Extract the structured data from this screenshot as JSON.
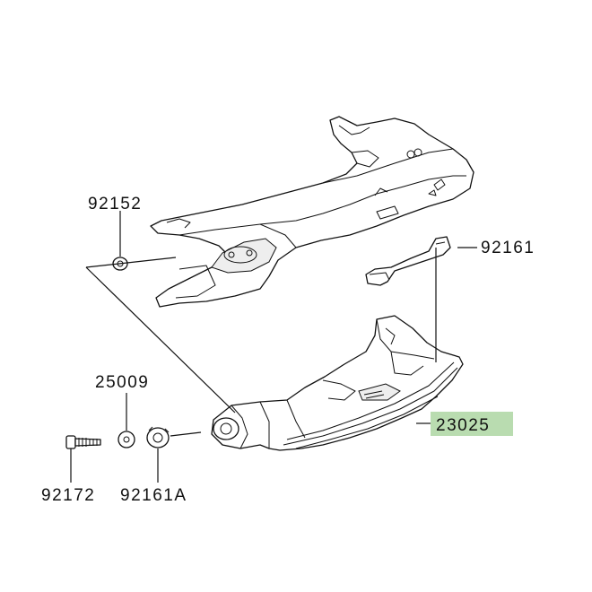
{
  "parts": [
    {
      "number": "92152"
    },
    {
      "number": "92161"
    },
    {
      "number": "25009"
    },
    {
      "number": "23025",
      "highlight": "#b9dcb0"
    },
    {
      "number": "92172"
    },
    {
      "number": "92161A"
    }
  ],
  "colors": {
    "line": "#111111",
    "background": "#ffffff",
    "highlight": "#b9dcb0"
  }
}
